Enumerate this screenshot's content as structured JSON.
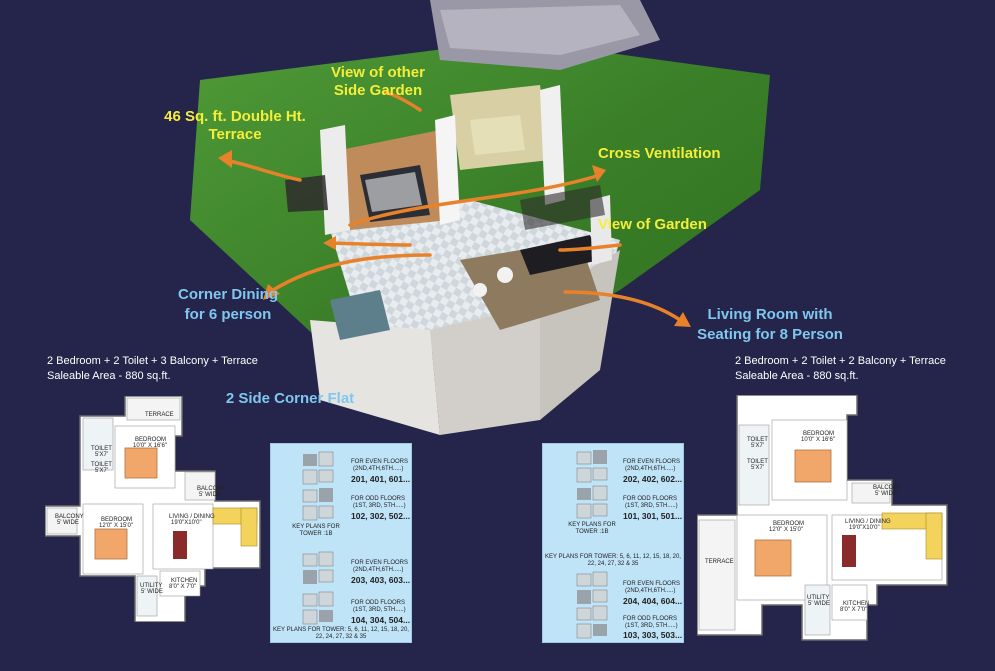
{
  "callouts": {
    "terrace": "46 Sq. ft. Double Ht. Terrace",
    "side_garden": "View of other Side Garden",
    "cross_ventilation": "Cross Ventilation",
    "view_garden": "View of Garden",
    "corner_dining": "Corner Dining for 6 person",
    "living_room": "Living Room with Seating for 8 Person",
    "corner_flat": "2 Side Corner Flat"
  },
  "left_plan": {
    "line1": "2 Bedroom + 2 Toilet + 3 Balcony + Terrace",
    "line2": "Saleable Area - 880 sq.ft.",
    "rooms": {
      "terrace": "TERRACE",
      "bedroom1": "BEDROOM",
      "bedroom1_size": "10'0\" X 16'6\"",
      "toilet1": "TOILET",
      "toilet1_size": "5'X7'",
      "toilet2": "TOILET",
      "toilet2_size": "5'X7'",
      "balcony_right": "BALCONY",
      "balcony_right_size": "5' WIDE",
      "balcony_left": "BALCONY",
      "balcony_left_size": "5' WIDE",
      "bedroom2": "BEDROOM",
      "bedroom2_size": "12'0\" X 15'0\"",
      "living": "LIVING / DINING",
      "living_size": "19'0\"X10'0\"",
      "utility": "UTILITY",
      "utility_size": "5' WIDE",
      "kitchen": "KITCHEN",
      "kitchen_size": "8'0\" X 7'0\""
    }
  },
  "right_plan": {
    "line1": "2 Bedroom + 2 Toilet + 2 Balcony + Terrace",
    "line2": "Saleable Area - 880 sq.ft.",
    "rooms": {
      "toilet1": "TOILET",
      "toilet1_size": "5'X7'",
      "toilet2": "TOILET",
      "toilet2_size": "5'X7'",
      "bedroom1": "BEDROOM",
      "bedroom1_size": "10'0\" X 16'6\"",
      "balcony": "BALCONY",
      "balcony_size": "5' WIDE",
      "bedroom2": "BEDROOM",
      "bedroom2_size": "12'0\" X 15'0\"",
      "living": "LIVING / DINING",
      "living_size": "19'0\"X10'0\"",
      "terrace": "TERRACE",
      "utility": "UTILITY",
      "utility_size": "5' WIDE",
      "kitchen": "KITCHEN",
      "kitchen_size": "8'0\" X 7'0\""
    }
  },
  "key_left": {
    "a_label": "FOR EVEN FLOORS",
    "a_sub": "(2ND,4TH,6TH.....)",
    "a_nums": "201, 401, 601...",
    "b_label": "FOR ODD FLOORS",
    "b_sub": "(1ST, 3RD, 5TH.....)",
    "b_nums": "102, 302, 502...",
    "tower_a": "KEY PLANS FOR TOWER :1B",
    "c_label": "FOR EVEN FLOORS",
    "c_sub": "(2ND,4TH,6TH.....)",
    "c_nums": "203, 403, 603...",
    "d_label": "FOR ODD FLOORS",
    "d_sub": "(1ST, 3RD, 5TH.....)",
    "d_nums": "104, 304, 504...",
    "tower_b": "KEY PLANS FOR TOWER: 5, 6, 11, 12, 15, 18, 20, 22, 24, 27, 32 & 35"
  },
  "key_right": {
    "a_label": "FOR EVEN FLOORS",
    "a_sub": "(2ND,4TH,6TH.....)",
    "a_nums": "202, 402, 602...",
    "b_label": "FOR ODD FLOORS",
    "b_sub": "(1ST, 3RD, 5TH.....)",
    "b_nums": "101, 301, 501...",
    "tower_a": "KEY PLANS FOR TOWER :1B",
    "tower_b": "KEY PLANS FOR TOWER: 5, 6, 11, 12, 15, 18, 20, 22, 24, 27, 32 & 35",
    "c_label": "FOR EVEN FLOORS",
    "c_sub": "(2ND,4TH,6TH.....)",
    "c_nums": "204, 404, 604...",
    "d_label": "FOR ODD FLOORS",
    "d_sub": "(1ST, 3RD, 5TH.....)",
    "d_nums": "103, 303, 503..."
  },
  "colors": {
    "background": "#25244a",
    "callout_yellow": "#f4ee3a",
    "callout_blue": "#7fc7ef",
    "arrow_orange": "#e8822a",
    "grass": "#3f8a2e",
    "keyplan_bg": "#bfe3f7"
  }
}
